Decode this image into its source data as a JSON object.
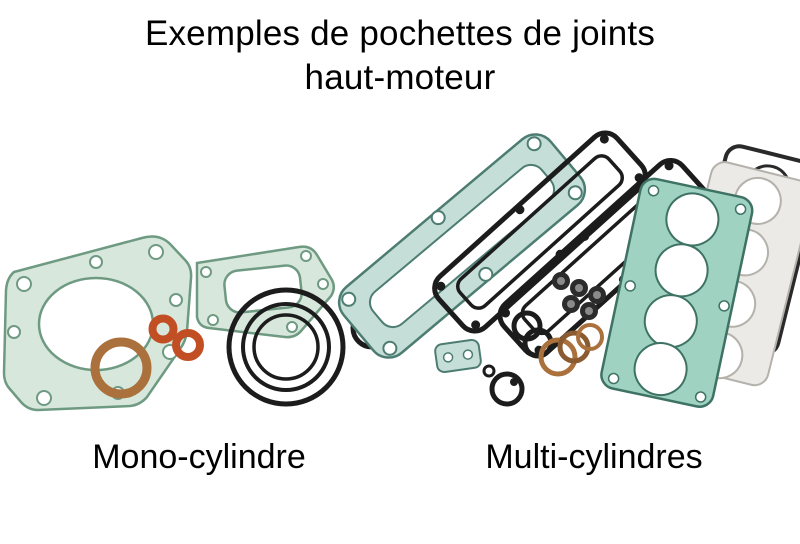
{
  "title": {
    "line1": "Exemples de pochettes de joints",
    "line2": "haut-moteur"
  },
  "figures": {
    "mono": {
      "caption": "Mono-cylindre"
    },
    "multi": {
      "caption": "Multi-cylindres"
    }
  },
  "colors": {
    "background": "#ffffff",
    "text": "#000000",
    "gasket_green": "#d8e7dc",
    "gasket_green_outline": "#6f9a82",
    "gasket_teal": "#c6ded8",
    "gasket_teal_outline": "#4d7d72",
    "head_gasket_teal": "#9fd2c0",
    "head_gasket_teal_outline": "#3e7264",
    "gray_gasket": "#eceae6",
    "copper": "#ab713c",
    "orange_seal": "#c24f24",
    "rubber_black": "#1c1c1c"
  }
}
